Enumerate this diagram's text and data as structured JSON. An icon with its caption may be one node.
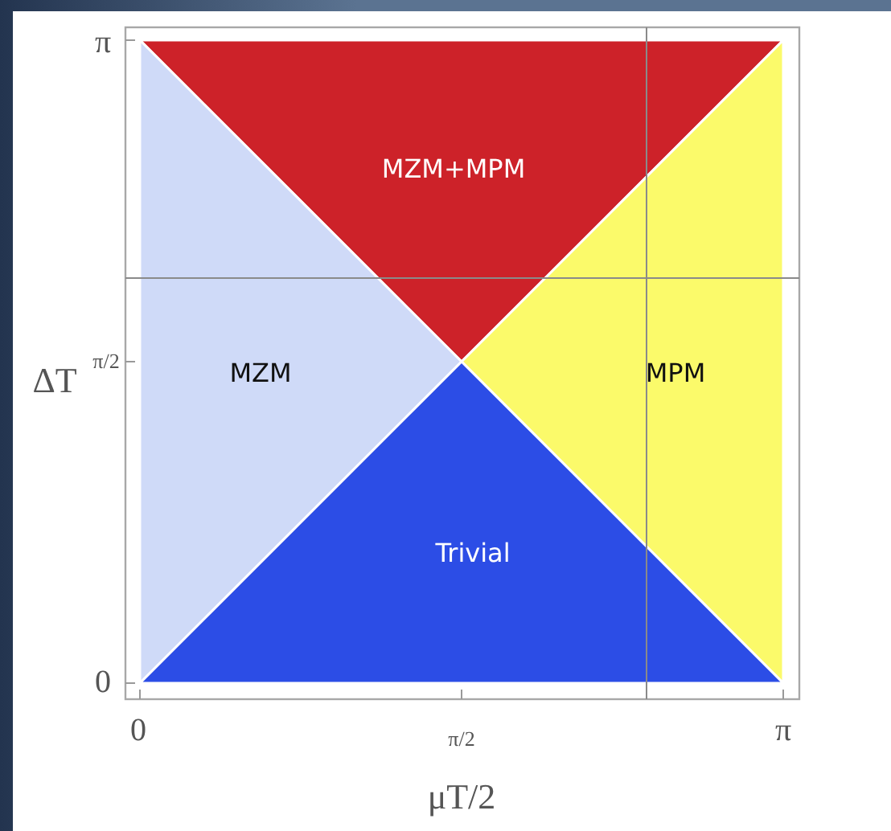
{
  "diagram": {
    "nodes": [
      {
        "text": [
          "MZM+MPM"
        ]
      },
      {
        "text": [
          "MZM"
        ]
      },
      {
        "text": [
          "MPM"
        ]
      },
      {
        "text": [
          "Trivial"
        ]
      }
    ],
    "labels": [
      "π",
      "ΔT",
      "π/2",
      "0",
      "0",
      "π/2",
      "π",
      "μT/2"
    ]
  }
}
